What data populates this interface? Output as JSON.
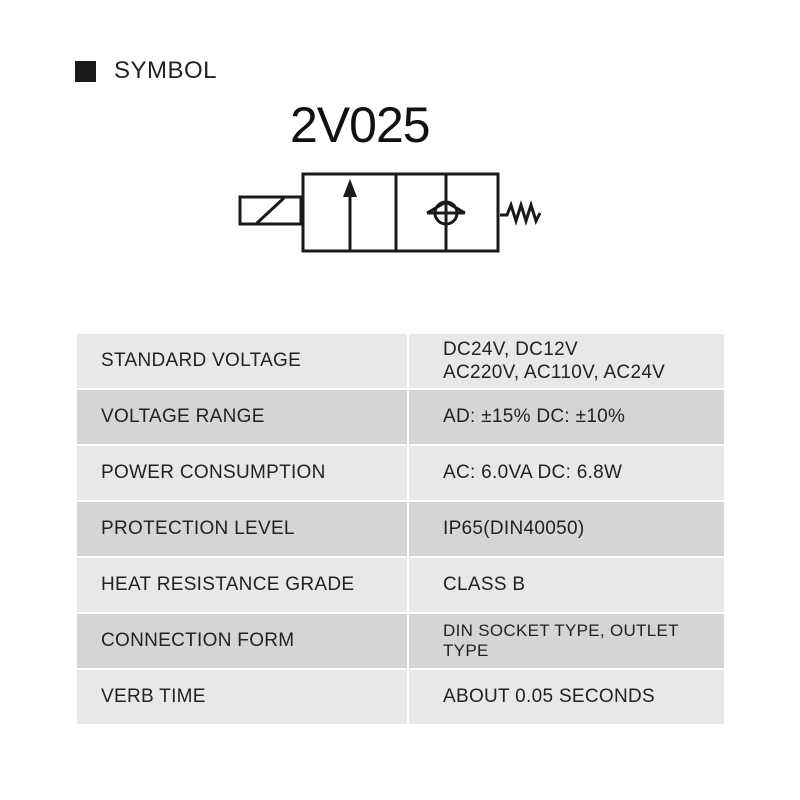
{
  "section": {
    "title": "SYMBOL",
    "icon": "square-bullet-icon"
  },
  "model": "2V025",
  "specs": [
    {
      "label": "STANDARD VOLTAGE",
      "value_lines": [
        "DC24V, DC12V",
        "AC220V, AC110V, AC24V"
      ]
    },
    {
      "label": "VOLTAGE RANGE",
      "value": "AD: ±15% DC: ±10%"
    },
    {
      "label": "POWER CONSUMPTION",
      "value": "AC: 6.0VA DC: 6.8W"
    },
    {
      "label": "PROTECTION LEVEL",
      "value": "IP65(DIN40050)"
    },
    {
      "label": "HEAT RESISTANCE GRADE",
      "value": "CLASS B"
    },
    {
      "label": "CONNECTION FORM",
      "value": "DIN SOCKET TYPE, OUTLET TYPE"
    },
    {
      "label": "VERB TIME",
      "value": "ABOUT 0.05 SECONDS"
    }
  ],
  "colors": {
    "row_light": "#e8e8e8",
    "row_dark": "#d5d5d5",
    "text": "#222222"
  }
}
